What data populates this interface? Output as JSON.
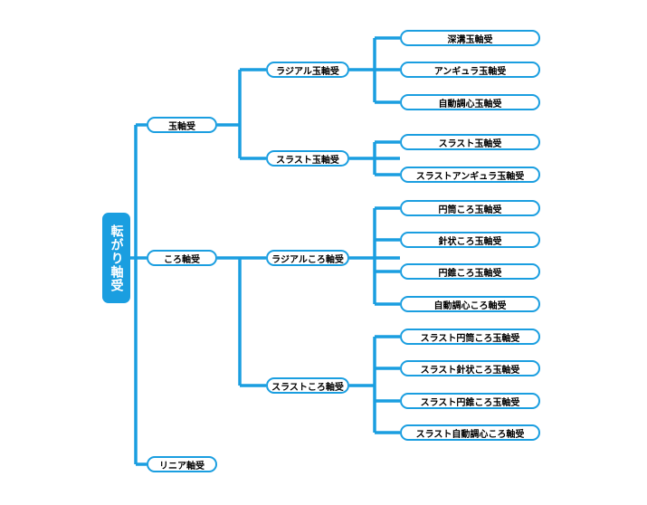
{
  "colors": {
    "line": "#1a9ee0",
    "root_fill": "#1a9ee0",
    "node_border": "#1a9ee0"
  },
  "root": {
    "label": "転がり軸受"
  },
  "level1": [
    {
      "label": "玉軸受"
    },
    {
      "label": "ころ軸受"
    },
    {
      "label": "リニア軸受"
    }
  ],
  "level2": [
    {
      "label": "ラジアル玉軸受"
    },
    {
      "label": "スラスト玉軸受"
    },
    {
      "label": "ラジアルころ軸受"
    },
    {
      "label": "スラストころ軸受"
    }
  ],
  "level3": [
    {
      "label": "深溝玉軸受"
    },
    {
      "label": "アンギュラ玉軸受"
    },
    {
      "label": "自動調心玉軸受"
    },
    {
      "label": "スラスト玉軸受"
    },
    {
      "label": "スラストアンギュラ玉軸受"
    },
    {
      "label": "円筒ころ玉軸受"
    },
    {
      "label": "針状ころ玉軸受"
    },
    {
      "label": "円錐ころ玉軸受"
    },
    {
      "label": "自動調心ころ軸受"
    },
    {
      "label": "スラスト円筒ころ玉軸受"
    },
    {
      "label": "スラスト針状ころ玉軸受"
    },
    {
      "label": "スラスト円錐ころ玉軸受"
    },
    {
      "label": "スラスト自動調心ころ軸受"
    }
  ]
}
